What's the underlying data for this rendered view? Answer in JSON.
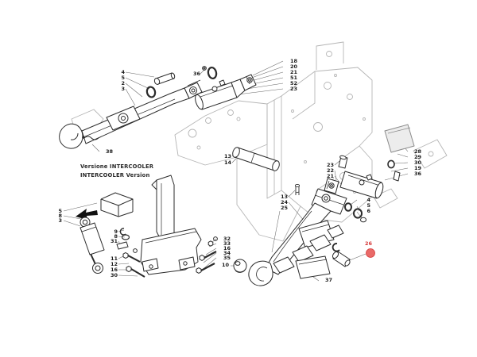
{
  "diagram_type": "exploded-parts-diagram",
  "notes": {
    "line1": "Versione INTERCOOLER",
    "line2": "INTERCOOLER Version"
  },
  "highlight": {
    "part": "26",
    "color": "#d63c3c",
    "dot_fill": "#e96a68"
  },
  "labels": [
    {
      "text": "4"
    },
    {
      "text": "5"
    },
    {
      "text": "2"
    },
    {
      "text": "3"
    },
    {
      "text": "38"
    },
    {
      "text": "36"
    },
    {
      "text": "18"
    },
    {
      "text": "20"
    },
    {
      "text": "21"
    },
    {
      "text": "51"
    },
    {
      "text": "52"
    },
    {
      "text": "23"
    },
    {
      "text": "13"
    },
    {
      "text": "14"
    },
    {
      "text": "13"
    },
    {
      "text": "24"
    },
    {
      "text": "25"
    },
    {
      "text": "23"
    },
    {
      "text": "22"
    },
    {
      "text": "21"
    },
    {
      "text": "4"
    },
    {
      "text": "5"
    },
    {
      "text": "6"
    },
    {
      "text": "28"
    },
    {
      "text": "29"
    },
    {
      "text": "30"
    },
    {
      "text": "19"
    },
    {
      "text": "36"
    },
    {
      "text": "26"
    },
    {
      "text": "37"
    },
    {
      "text": "5"
    },
    {
      "text": "8"
    },
    {
      "text": "3"
    },
    {
      "text": "9"
    },
    {
      "text": "8"
    },
    {
      "text": "31"
    },
    {
      "text": "11"
    },
    {
      "text": "12"
    },
    {
      "text": "16"
    },
    {
      "text": "30"
    },
    {
      "text": "32"
    },
    {
      "text": "33"
    },
    {
      "text": "16"
    },
    {
      "text": "34"
    },
    {
      "text": "35"
    },
    {
      "text": "10"
    }
  ]
}
